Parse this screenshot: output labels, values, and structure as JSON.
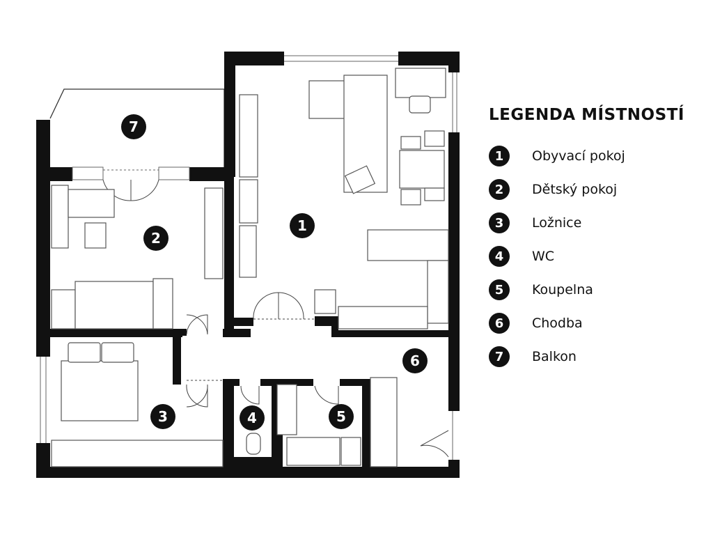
{
  "legend": {
    "title": "LEGENDA MÍSTNOSTÍ",
    "items": [
      {
        "number": "1",
        "label": "Obyvací pokoj"
      },
      {
        "number": "2",
        "label": "Dětský pokoj"
      },
      {
        "number": "3",
        "label": "Ložnice"
      },
      {
        "number": "4",
        "label": "WC"
      },
      {
        "number": "5",
        "label": "Koupelna"
      },
      {
        "number": "6",
        "label": "Chodba"
      },
      {
        "number": "7",
        "label": "Balkon"
      }
    ]
  },
  "rooms": [
    {
      "number": "1",
      "name": "living-room"
    },
    {
      "number": "2",
      "name": "kids-room"
    },
    {
      "number": "3",
      "name": "bedroom"
    },
    {
      "number": "4",
      "name": "wc"
    },
    {
      "number": "5",
      "name": "bathroom"
    },
    {
      "number": "6",
      "name": "hallway"
    },
    {
      "number": "7",
      "name": "balcony"
    }
  ],
  "colors": {
    "wall": "#111111",
    "furniture_stroke": "#555555",
    "badge": "#111111",
    "background": "#ffffff"
  }
}
